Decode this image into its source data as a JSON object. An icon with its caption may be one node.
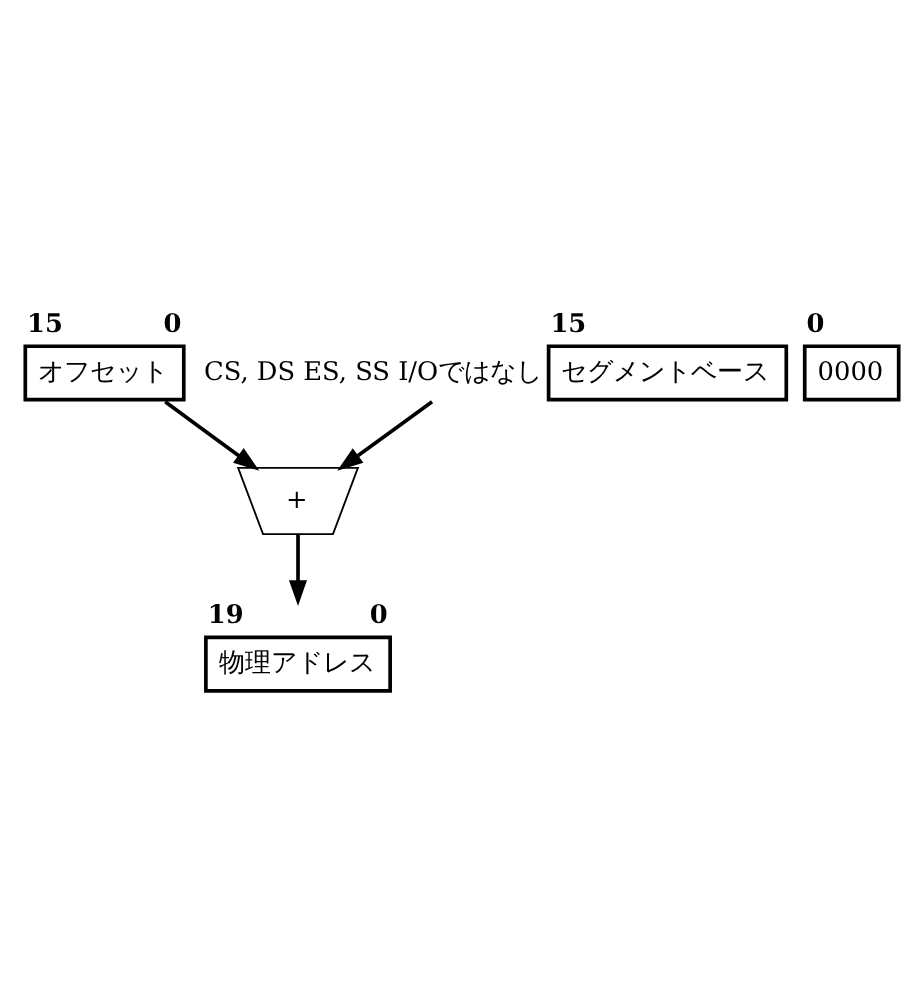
{
  "diagram": {
    "nodes": [
      {
        "text": [
          "オフセット"
        ],
        "beside": [
          "15",
          "0"
        ]
      },
      {
        "text": [
          "セグメントベース"
        ],
        "beside": [
          "15",
          "CS, DS ES, SS I/Oではなし"
        ]
      },
      {
        "text": [
          "0000"
        ],
        "beside": [
          "0"
        ]
      },
      {
        "text": [
          "+"
        ]
      },
      {
        "text": [
          "物理アドレス"
        ],
        "beside": [
          "19",
          "0"
        ]
      }
    ],
    "edges": [
      {
        "from": 0,
        "to": 3,
        "arrow": "to"
      },
      {
        "from": 1,
        "to": 3,
        "arrow": "to"
      },
      {
        "from": 3,
        "to": 4,
        "arrow": "to"
      }
    ]
  }
}
